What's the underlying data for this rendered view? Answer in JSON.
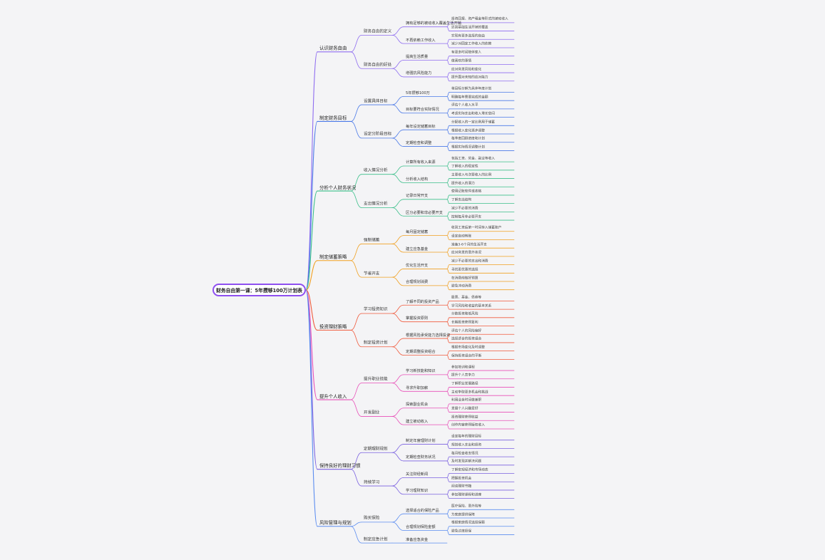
{
  "mindmap": {
    "root": "财务自由第一课：5年攒够100万计划表",
    "branches": [
      {
        "label": "认识财务自由",
        "color": "#8e6cf0",
        "children": [
          {
            "label": "财务自由的定义",
            "children": [
              {
                "label": "拥有足够的被动收入覆盖生活开销",
                "children": [
                  "投资回报、资产租金等形式的被动收入",
                  "达到基础生活开销的覆盖"
                ]
              },
              {
                "label": "不再依赖工作收入",
                "children": [
                  "实现有更多选择的自由",
                  "减少对固定工作收入的依赖"
                ]
              }
            ]
          },
          {
            "label": "财务自由的好处",
            "children": [
              {
                "label": "提高生活质量",
                "children": [
                  "有更多时间陪伴家人",
                  "做喜欢的事情"
                ]
              },
              {
                "label": "增强抗风险能力",
                "children": [
                  "应对突发风险和变化",
                  "提升面对未知的应对能力"
                ]
              }
            ]
          }
        ]
      },
      {
        "label": "制定财务目标",
        "color": "#4a79e8",
        "children": [
          {
            "label": "设置具体目标",
            "children": [
              {
                "label": "5年攒够100万",
                "children": [
                  "将目标分解为具体年度计划",
                  "明确每年需要完成的金额"
                ]
              },
              {
                "label": "目标要符合实际情况",
                "children": [
                  "评估个人收入水平",
                  "考虑实际支出和收入增长空间"
                ]
              }
            ]
          },
          {
            "label": "设定分阶段目标",
            "children": [
              {
                "label": "每年设定储蓄目标",
                "children": [
                  "分配收入的一定比例用于储蓄",
                  "根据收入变化逐步调整"
                ]
              },
              {
                "label": "定期检查和调整",
                "children": [
                  "每季度回顾进度和计划",
                  "根据实际情况调整计划"
                ]
              }
            ]
          }
        ]
      },
      {
        "label": "分析个人财务状况",
        "color": "#3bbf8a",
        "children": [
          {
            "label": "收入情况分析",
            "children": [
              {
                "label": "计算所有收入来源",
                "children": [
                  "包括工资、奖金、副业等收入",
                  "了解收入的稳定性"
                ]
              },
              {
                "label": "分析收入结构",
                "children": [
                  "主要收入与次要收入的比例",
                  "提升收入的潜力"
                ]
              }
            ]
          },
          {
            "label": "支出情况分析",
            "children": [
              {
                "label": "记录日常开支",
                "children": [
                  "使用记账软件或表格",
                  "了解支出结构"
                ]
              },
              {
                "label": "区分必要和非必要开支",
                "children": [
                  "减少不必要的消费",
                  "控制每月非必要开支"
                ]
              }
            ]
          }
        ]
      },
      {
        "label": "制定储蓄策略",
        "color": "#f0a020",
        "children": [
          {
            "label": "强制储蓄",
            "children": [
              {
                "label": "每月固定储蓄",
                "children": [
                  "收到工资后第一时间存入储蓄账户",
                  "设定自动转账"
                ]
              },
              {
                "label": "建立应急基金",
                "children": [
                  "准备3-6个月的生活开支",
                  "应对突发的意外状况"
                ]
              }
            ]
          },
          {
            "label": "节省开支",
            "children": [
              {
                "label": "优化生活开支",
                "children": [
                  "减少不必要的支出和消费",
                  "寻找更优惠的选择"
                ]
              },
              {
                "label": "合理规划消费",
                "children": [
                  "在消费前做好预算",
                  "避免冲动消费"
                ]
              }
            ]
          }
        ]
      },
      {
        "label": "投资理财策略",
        "color": "#f05a3c",
        "children": [
          {
            "label": "学习投资知识",
            "children": [
              {
                "label": "了解不同的投资产品",
                "children": [
                  "股票、基金、债券等",
                  "学习风险和收益的基本关系"
                ]
              },
              {
                "label": "掌握投资原则",
                "children": [
                  "分散投资降低风险",
                  "长期投资获得复利"
                ]
              }
            ]
          },
          {
            "label": "制定投资计划",
            "children": [
              {
                "label": "根据风险承受能力选择投资",
                "children": [
                  "评估个人的风险偏好",
                  "选择适合的投资组合"
                ]
              },
              {
                "label": "定期调整投资组合",
                "children": [
                  "根据市场变化及时调整",
                  "保持投资组合的平衡"
                ]
              }
            ]
          }
        ]
      },
      {
        "label": "提升个人收入",
        "color": "#e84fb8",
        "children": [
          {
            "label": "提升职业技能",
            "children": [
              {
                "label": "学习新技能和知识",
                "children": [
                  "参加培训和课程",
                  "提升个人竞争力"
                ]
              },
              {
                "label": "寻求升职加薪",
                "children": [
                  "了解职业发展路径",
                  "主动争取更多机会和挑战"
                ]
              }
            ]
          },
          {
            "label": "开发副业",
            "children": [
              {
                "label": "探索副业机会",
                "children": [
                  "利用业余时间做兼职",
                  "发展个人兴趣爱好"
                ]
              },
              {
                "label": "建立被动收入",
                "children": [
                  "投资理财获得收益",
                  "创作内容获得版权收入"
                ]
              }
            ]
          }
        ]
      },
      {
        "label": "保持良好的理财习惯",
        "color": "#7a60e0",
        "children": [
          {
            "label": "定期理财规划",
            "children": [
              {
                "label": "制定年度理财计划",
                "children": [
                  "设定每年的理财目标",
                  "规划收入支出和投资"
                ]
              },
              {
                "label": "定期检查财务状况",
                "children": [
                  "每月检查收支情况",
                  "及时发现并解决问题"
                ]
              }
            ]
          },
          {
            "label": "持续学习",
            "children": [
              {
                "label": "关注财经新闻",
                "children": [
                  "了解宏观经济和市场动态",
                  "把握投资机会"
                ]
              },
              {
                "label": "学习理财知识",
                "children": [
                  "阅读理财书籍",
                  "参加理财课程和讲座"
                ]
              }
            ]
          }
        ]
      },
      {
        "label": "风险管理与规划",
        "color": "#5a8cf0",
        "children": [
          {
            "label": "购买保险",
            "children": [
              {
                "label": "选择适合的保险产品",
                "children": [
                  "医疗保险、意外险等",
                  "为家庭提供保障"
                ]
              },
              {
                "label": "合理规划保险金额",
                "children": [
                  "根据家庭情况选择保额",
                  "避免过度投保"
                ]
              }
            ]
          },
          {
            "label": "制定应急计划",
            "children": [
              {
                "label": "准备应急资金",
                "children": []
              }
            ]
          }
        ]
      }
    ]
  }
}
